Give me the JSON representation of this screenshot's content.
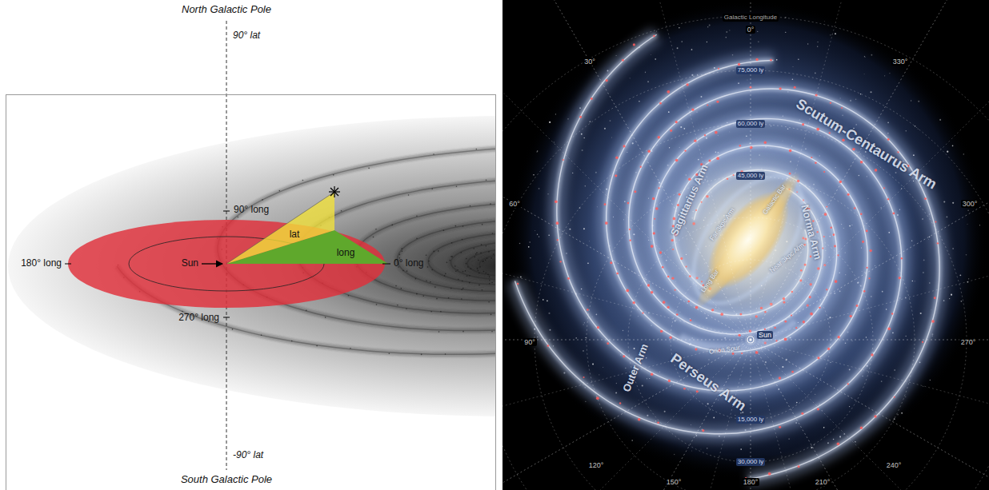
{
  "diagram": {
    "labels": [
      "North Galactic Pole",
      "90° lat",
      "90° long",
      "180° long",
      "Sun",
      "lat",
      "long",
      "0° long",
      "270° long",
      "-90° lat",
      "South Galactic Pole",
      "Galactic Longitude",
      "0°",
      "30°",
      "330°",
      "60°",
      "300°",
      "90°",
      "270°",
      "120°",
      "240°",
      "150°",
      "210°",
      "180°",
      "75,000 ly",
      "60,000 ly",
      "45,000 ly",
      "15,000 ly",
      "30,000 ly",
      "Scutum-Centaurus Arm",
      "Sagittarius Arm",
      "Norma Arm",
      "Far 3kpc Arm",
      "Galactic Bar",
      "Near 3kpc Arm",
      "Long Bar",
      "Perseus Arm",
      "Outer Arm",
      "Orion Spur",
      "Sun"
    ]
  }
}
